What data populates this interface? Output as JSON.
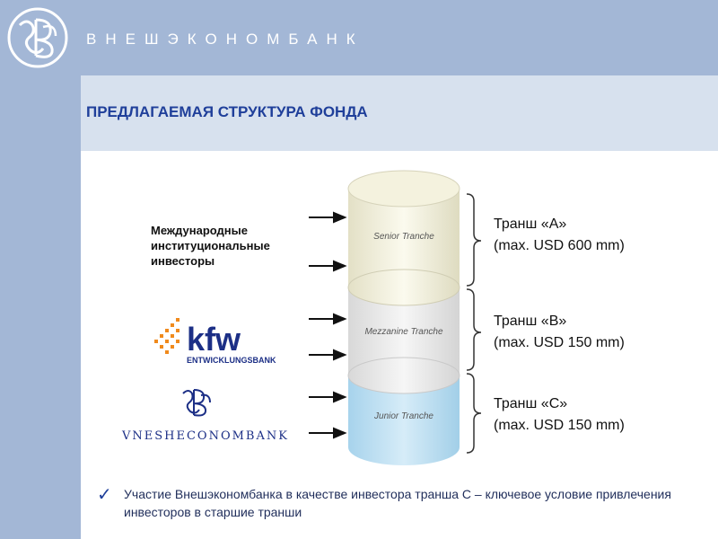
{
  "header": {
    "bank_name": "ВНЕШЭКОНОМБАНК",
    "logo_icon": "veb-monogram-logo"
  },
  "slide": {
    "title": "ПРЕДЛАГАЕМАЯ СТРУКТУРА ФОНДА"
  },
  "investors": {
    "label_lines": [
      "Международные",
      "институциональные",
      "инвесторы"
    ]
  },
  "logos": {
    "kfw_main": "kfw",
    "kfw_sub": "ENTWICKLUNGSBANK",
    "veb_text": "VNESHECONOMBANK"
  },
  "cylinder": {
    "segments": [
      {
        "name": "Senior Tranche",
        "color": "#f2f0dc"
      },
      {
        "name": "Mezzanine Tranche",
        "color": "#ececec"
      },
      {
        "name": "Junior Tranche",
        "color": "#bfe0f2"
      }
    ]
  },
  "tranches": [
    {
      "title": "Транш «A»",
      "amount": "(max. USD 600 mm)"
    },
    {
      "title": "Транш «B»",
      "amount": "(max. USD 150 mm)"
    },
    {
      "title": "Транш «C»",
      "amount": "(max. USD 150 mm)"
    }
  ],
  "footnote": {
    "check": "✓",
    "text": "Участие Внешэкономбанка в качестве инвестора транша С – ключевое условие привлечения инвесторов в старшие транши"
  },
  "colors": {
    "header_band": "#a3b7d6",
    "title_band": "#d7e1ee",
    "title_text": "#1f3f9a",
    "kfw_blue": "#1c2f86",
    "kfw_orange": "#f08a1c"
  }
}
